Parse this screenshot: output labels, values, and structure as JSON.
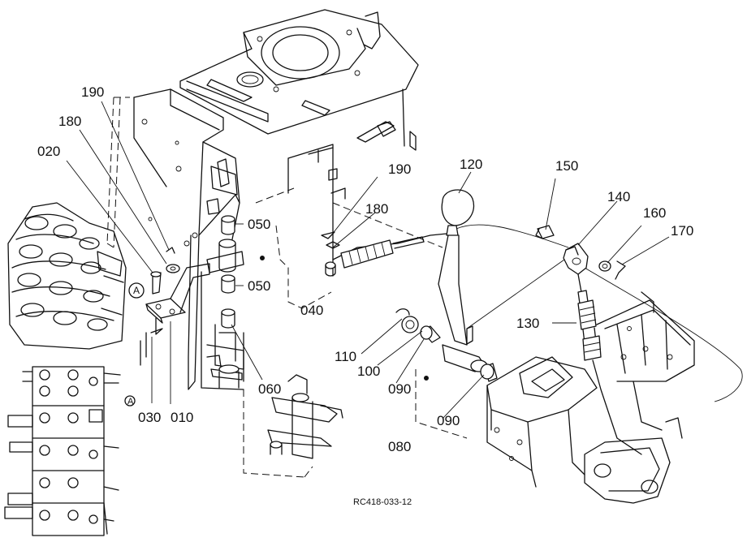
{
  "callouts": [
    {
      "id": "190a",
      "text": "190"
    },
    {
      "id": "180a",
      "text": "180"
    },
    {
      "id": "020",
      "text": "020"
    },
    {
      "id": "030",
      "text": "030"
    },
    {
      "id": "010",
      "text": "010"
    },
    {
      "id": "050a",
      "text": "050"
    },
    {
      "id": "050b",
      "text": "050"
    },
    {
      "id": "040",
      "text": "040"
    },
    {
      "id": "060",
      "text": "060"
    },
    {
      "id": "190b",
      "text": "190"
    },
    {
      "id": "180b",
      "text": "180"
    },
    {
      "id": "120",
      "text": "120"
    },
    {
      "id": "150",
      "text": "150"
    },
    {
      "id": "140",
      "text": "140"
    },
    {
      "id": "160",
      "text": "160"
    },
    {
      "id": "170",
      "text": "170"
    },
    {
      "id": "130",
      "text": "130"
    },
    {
      "id": "110",
      "text": "110"
    },
    {
      "id": "100",
      "text": "100"
    },
    {
      "id": "090a",
      "text": "090"
    },
    {
      "id": "090b",
      "text": "090"
    },
    {
      "id": "080",
      "text": "080"
    }
  ],
  "markers": {
    "circle_a": "A"
  },
  "reference_code": "RC418-033-12"
}
